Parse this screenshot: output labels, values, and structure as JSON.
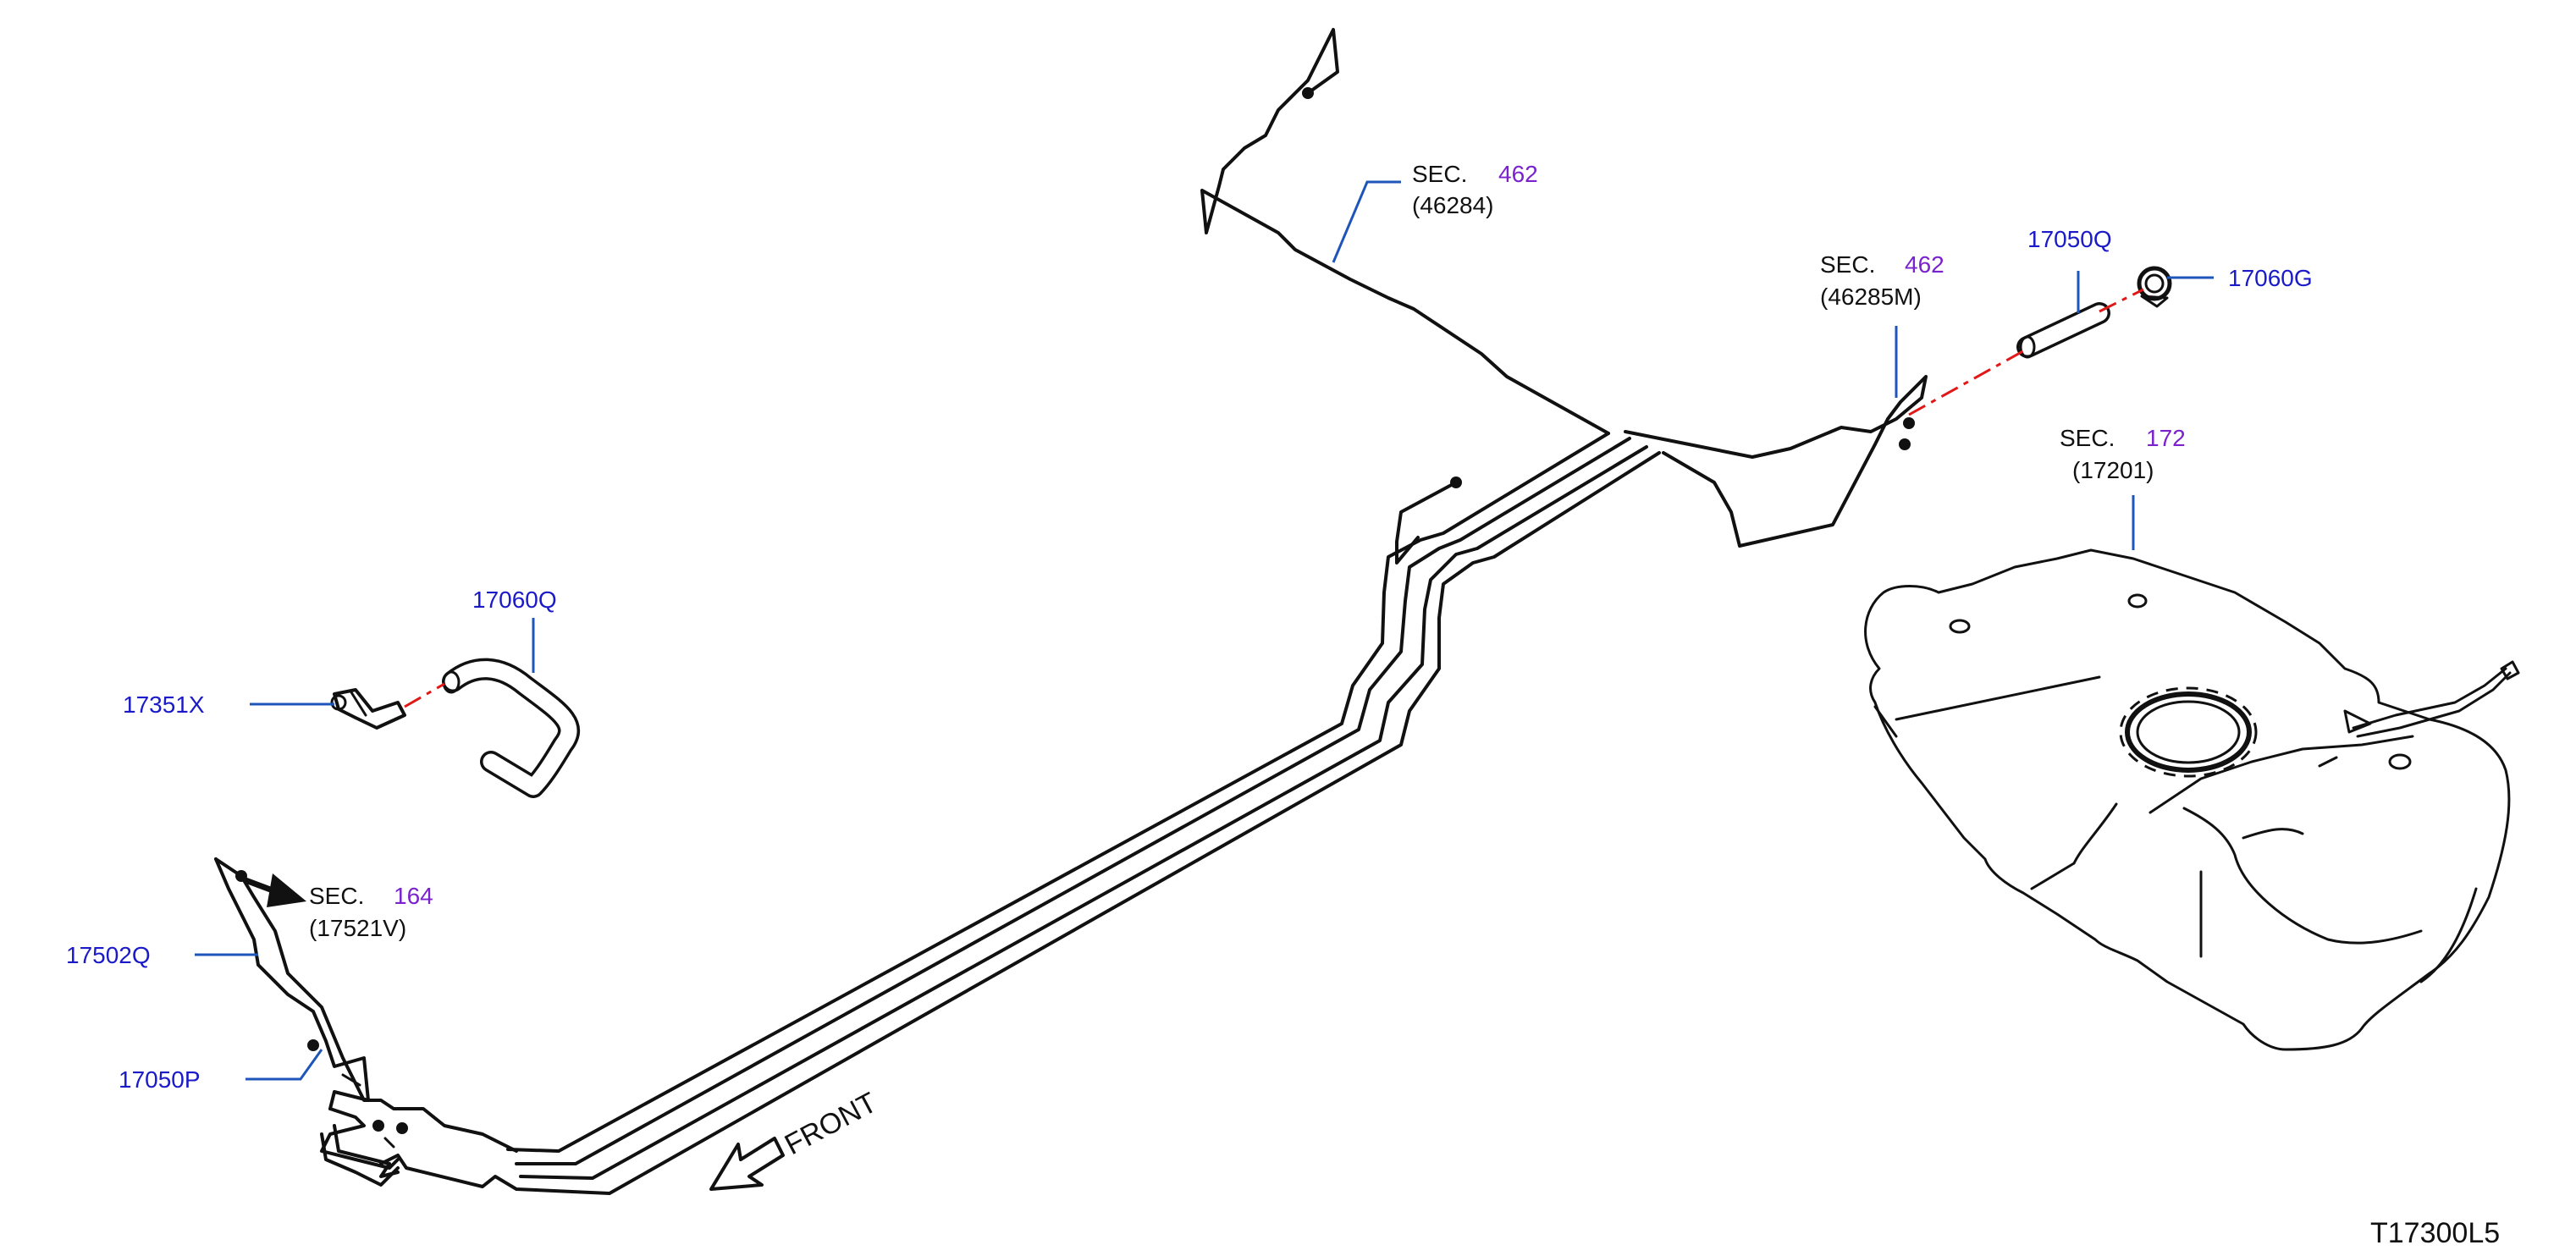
{
  "diagram_code": "T17300L5",
  "front_label": "FRONT",
  "callouts": {
    "sec_46284": {
      "sec": "SEC.",
      "num": "462",
      "part": "(46284)"
    },
    "sec_46285m": {
      "sec": "SEC.",
      "num": "462",
      "part": "(46285M)"
    },
    "sec_17201": {
      "sec": "SEC.",
      "num": "172",
      "part": "(17201)"
    },
    "sec_17521v": {
      "sec": "SEC.",
      "num": "164",
      "part": "(17521V)"
    }
  },
  "parts": {
    "p17050q": "17050Q",
    "p17060g": "17060G",
    "p17060q": "17060Q",
    "p17351x": "17351X",
    "p17502q": "17502Q",
    "p17050p": "17050P"
  },
  "colors": {
    "part_number": "#1a1ac8",
    "section_ref": "#7a22cc",
    "leader": "#1f55b8",
    "dash_line": "#e01818",
    "drawing": "#111111"
  }
}
